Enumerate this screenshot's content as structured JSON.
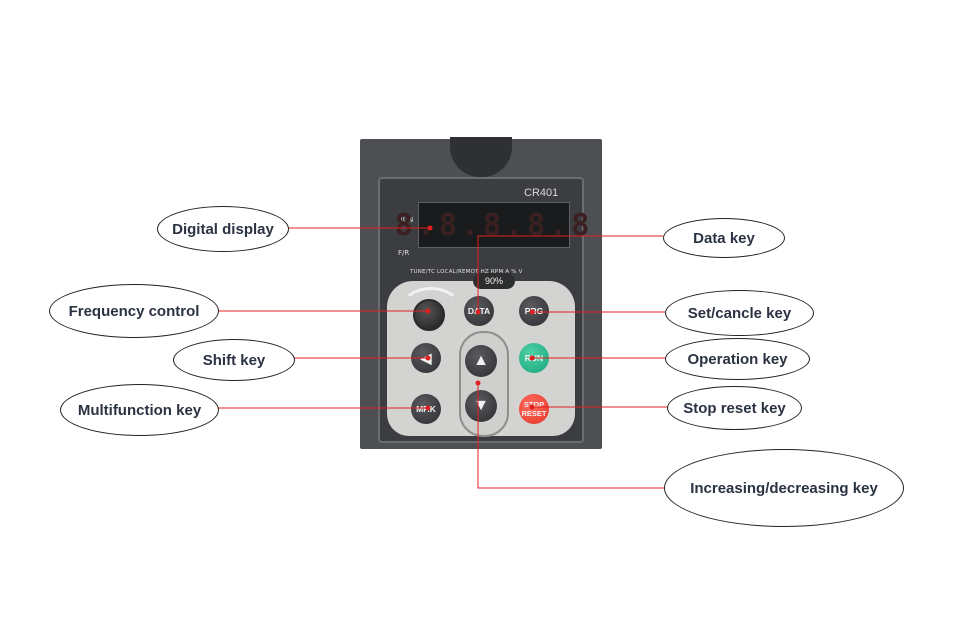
{
  "keypad": {
    "model": "CR401",
    "run_label": "RUN",
    "fr_label": "F/R",
    "mode_labels": "TUNE/TC   LOCAL/REMOT   HZ  RPM  A  %  V",
    "display_digits": "8.8.8.8.8",
    "percent_badge": "90%",
    "keys": {
      "data": "DATA",
      "prg": "PRG",
      "run": "RUN",
      "mf": "MF.K",
      "stop": "STOP RESET"
    }
  },
  "callouts": {
    "digital_display": "Digital display",
    "frequency_control": "Frequency control",
    "shift_key": "Shift key",
    "multifunction_key": "Multifunction key",
    "data_key": "Data key",
    "set_cancel_key": "Set/cancle key",
    "operation_key": "Operation key",
    "stop_reset_key": "Stop reset key",
    "inc_dec_key": "Increasing/decreasing key"
  },
  "colors": {
    "leader_line": "#e02020",
    "callout_text": "#2b3342",
    "run_key": "#18a57b",
    "stop_key": "#e33626"
  }
}
